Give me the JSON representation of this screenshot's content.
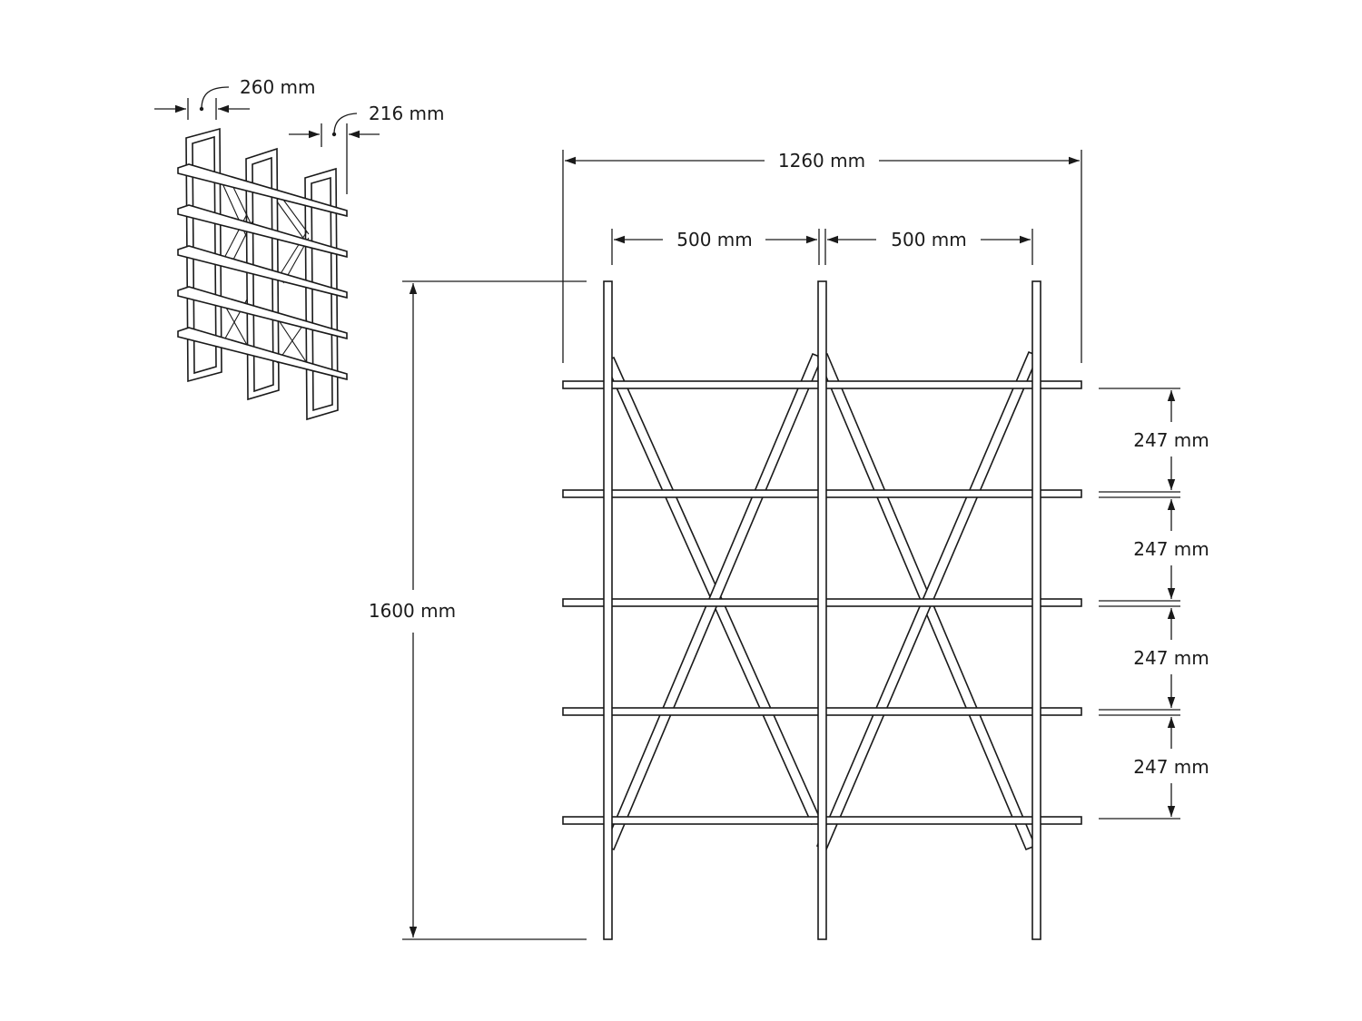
{
  "drawing": {
    "iso_view": {
      "upright_spacing_label": "260 mm",
      "depth_label": "216 mm",
      "shelf_count": 5,
      "upright_count": 3
    },
    "front_view": {
      "overall_width_label": "1260 mm",
      "bay_width_labels": [
        "500 mm",
        "500 mm"
      ],
      "overall_height_label": "1600 mm",
      "shelf_spacing_labels": [
        "247 mm",
        "247 mm",
        "247 mm",
        "247 mm"
      ],
      "shelf_count": 5,
      "upright_count": 3
    }
  }
}
